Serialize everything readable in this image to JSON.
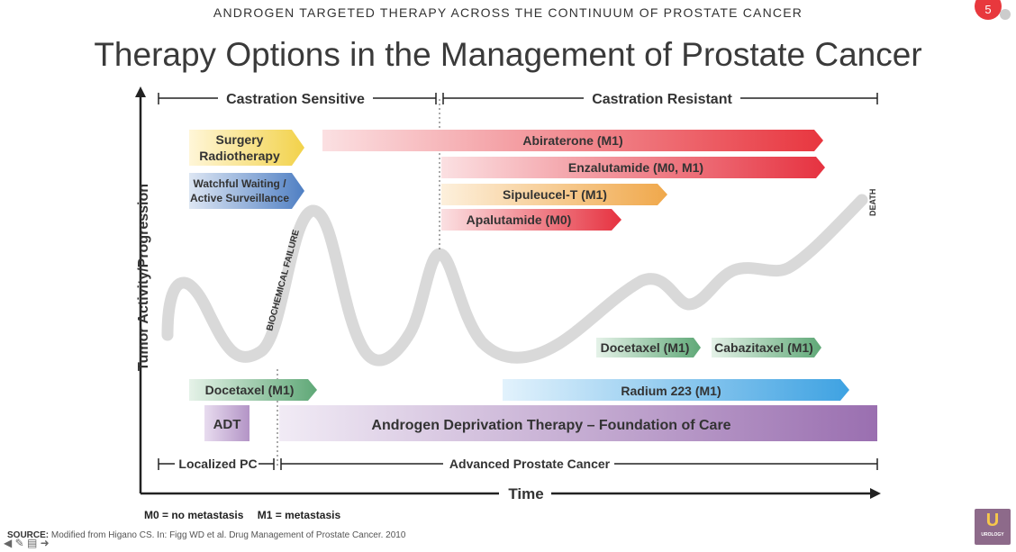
{
  "header": "ANDROGEN TARGETED THERAPY ACROSS THE CONTINUUM OF PROSTATE CANCER",
  "title": "Therapy Options in the Management of Prostate Cancer",
  "slide_number": "5",
  "sections": {
    "castration_sensitive": "Castration Sensitive",
    "castration_resistant": "Castration Resistant",
    "localized_pc": "Localized PC",
    "advanced_pc": "Advanced Prostate Cancer"
  },
  "axes": {
    "y_label": "Tumor Activity/Progression",
    "x_label": "Time"
  },
  "annotations": {
    "biochemical_failure": "BIOCHEMICAL FAILURE",
    "death": "DEATH"
  },
  "bars": {
    "surgery_line1": "Surgery",
    "surgery_line2": "Radiotherapy",
    "watchful_line1": "Watchful Waiting /",
    "watchful_line2": "Active Surveillance",
    "abiraterone": "Abiraterone (M1)",
    "enzalutamide": "Enzalutamide (M0, M1)",
    "sipuleucel": "Sipuleucel-T (M1)",
    "apalutamide": "Apalutamide (M0)",
    "docetaxel_cr": "Docetaxel (M1)",
    "cabazitaxel": "Cabazitaxel (M1)",
    "docetaxel_cs": "Docetaxel (M1)",
    "radium": "Radium 223 (M1)",
    "adt": "ADT",
    "adt_foundation": "Androgen Deprivation Therapy  – Foundation of Care"
  },
  "legend": {
    "m0": "M0 = no metastasis",
    "m1": "M1 = metastasis"
  },
  "source": {
    "label": "SOURCE:",
    "text": "Modified from Higano CS. In: Figg WD et al. Drug Management of Prostate Cancer. 2010"
  },
  "logo": {
    "mark": "U",
    "text": "UROLOGY"
  },
  "colors": {
    "red": "#e8363f",
    "yellow": "#f2d24a",
    "blue": "#4f7fc3",
    "orange": "#f0a84b",
    "green": "#5fa877",
    "light_blue": "#3ea2e2",
    "purple": "#9a6fb0",
    "curve": "#d9d9d9"
  }
}
